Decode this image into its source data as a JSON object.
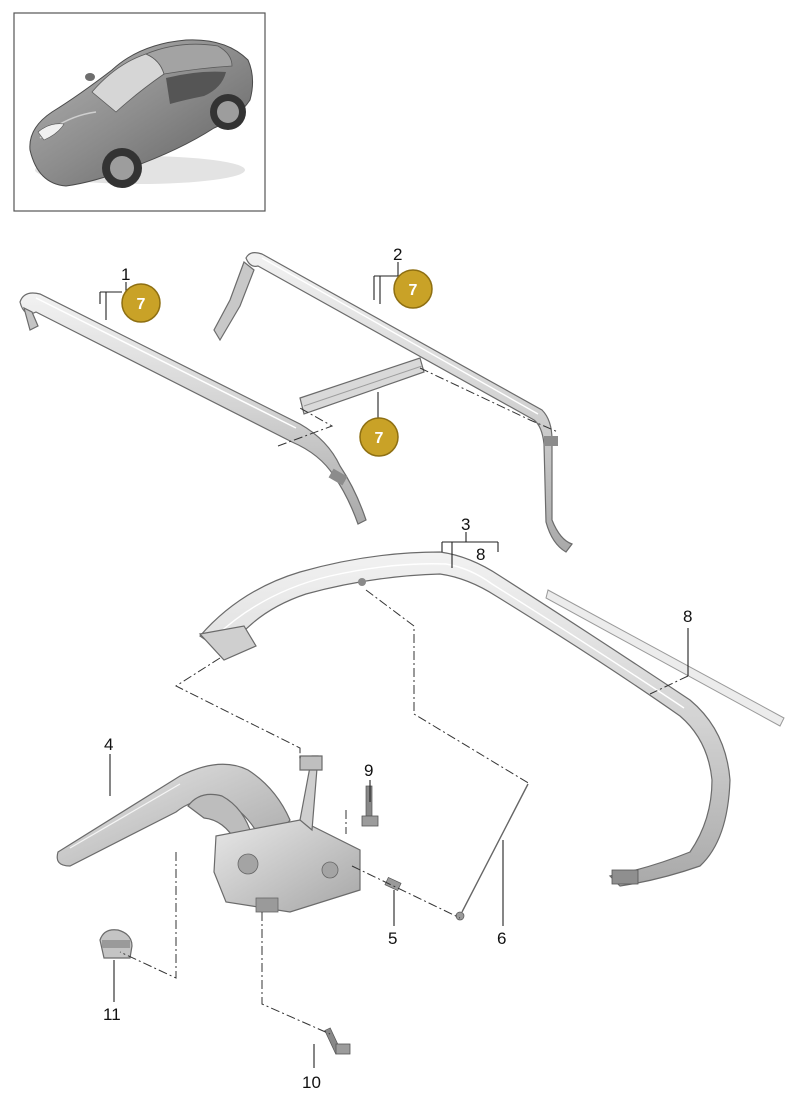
{
  "colors": {
    "badge_fill": "#C9A227",
    "badge_stroke": "#8E6F12",
    "part_light": "#E6E6E6",
    "part_mid": "#C9C9C9",
    "part_dark": "#9A9A9A",
    "car_body": "#8C8C8C"
  },
  "thumbnail": {
    "icon": "car-thumbnail-icon"
  },
  "callouts": {
    "c1": "1",
    "c2": "2",
    "c3": "3",
    "c3_sub": "8",
    "c4": "4",
    "c5": "5",
    "c6": "6",
    "c8": "8",
    "c9": "9",
    "c10": "10",
    "c11": "11"
  },
  "badges": {
    "b1": "7",
    "b2": "7",
    "b3": "7"
  }
}
